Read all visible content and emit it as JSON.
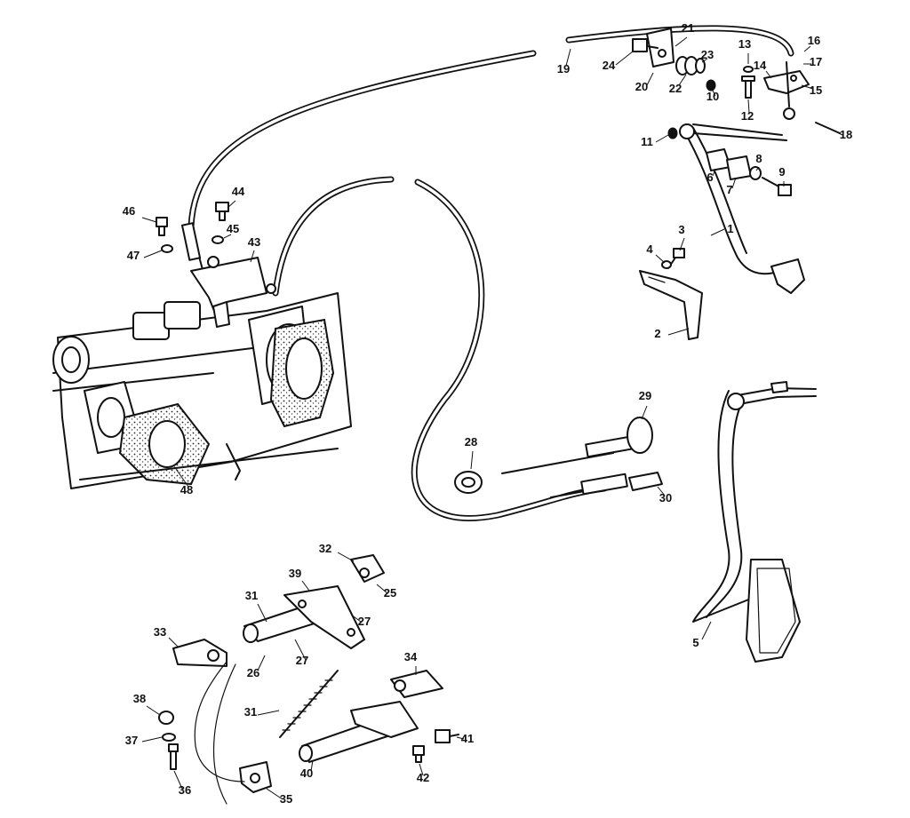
{
  "labels": [
    "1",
    "2",
    "3",
    "4",
    "5",
    "6",
    "7",
    "8",
    "9",
    "10",
    "11",
    "12",
    "13",
    "14",
    "15",
    "16",
    "17",
    "18",
    "19",
    "20",
    "21",
    "22",
    "23",
    "24",
    "25",
    "26",
    "27",
    "28",
    "29",
    "30",
    "31",
    "32",
    "33",
    "34",
    "35",
    "36",
    "37",
    "38",
    "39",
    "40",
    "41",
    "42",
    "43",
    "44",
    "45",
    "46",
    "47",
    "48"
  ]
}
